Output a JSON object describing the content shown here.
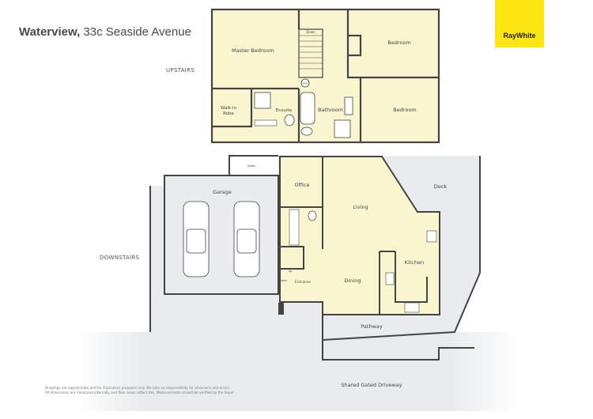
{
  "header": {
    "title_bold": "Waterview,",
    "title_rest": " 33c Seaside Avenue"
  },
  "brand": {
    "logo_text": "RayWhite",
    "color": "#ffe512"
  },
  "levels": {
    "upstairs": "UPSTAIRS",
    "downstairs": "DOWNSTAIRS"
  },
  "colors": {
    "interior": "#f9f6cf",
    "exterior": "#e9ebee",
    "wall": "#444444"
  },
  "upstairs": {
    "master_bedroom": "Master Bedroom",
    "walk_in": "Walk-in",
    "robe": "Robe",
    "ensuite": "Ensuite",
    "bathroom": "Bathroom",
    "bedroom1": "Bedroom",
    "bedroom2": "Bedroom",
    "stairs_down": "Down",
    "linen": "Linen"
  },
  "downstairs": {
    "garage": "Garage",
    "office": "Office",
    "living": "Living",
    "deck": "Deck",
    "kitchen": "Kitchen",
    "dining": "Dining",
    "entrance": "Entrance",
    "pathway": "Pathway",
    "driveway": "Shared Gated Driveway",
    "up": "Up",
    "down1": "Down",
    "down2": "Down"
  },
  "disclaimer": {
    "line1": "Drawings are approximate and for illustration purposes only. We take no responsibility for omissions and errors.",
    "line2": "All dimensions are measured internally and floor areas reflect this. Measurements should be verified by the buyer."
  }
}
